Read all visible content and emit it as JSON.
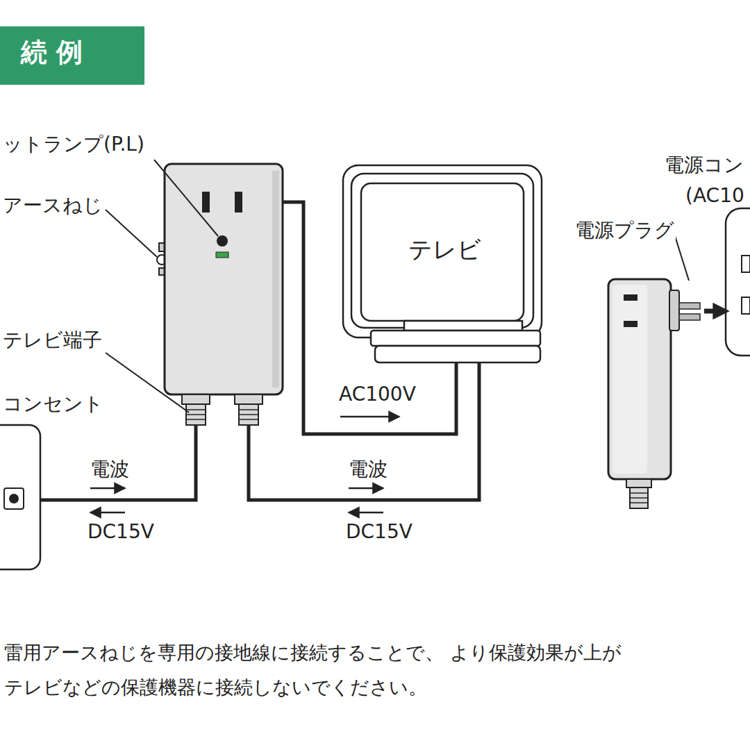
{
  "diagram": {
    "title": "続 例",
    "nodes": [
      {
        "text": [
          "テレビ"
        ]
      }
    ],
    "labels": [
      "ットランプ(P.L)",
      "アースねじ",
      "テレビ端子",
      "コンセント",
      "電波",
      "DC15V",
      "電波",
      "DC15V",
      "AC100V",
      "電源コン",
      "(AC10",
      "電源プラグ",
      "雷用アースねじを専用の接地線に接続することで、 より保護効果が上が",
      "テレビなどの保護機器に接続しないでください。"
    ]
  }
}
